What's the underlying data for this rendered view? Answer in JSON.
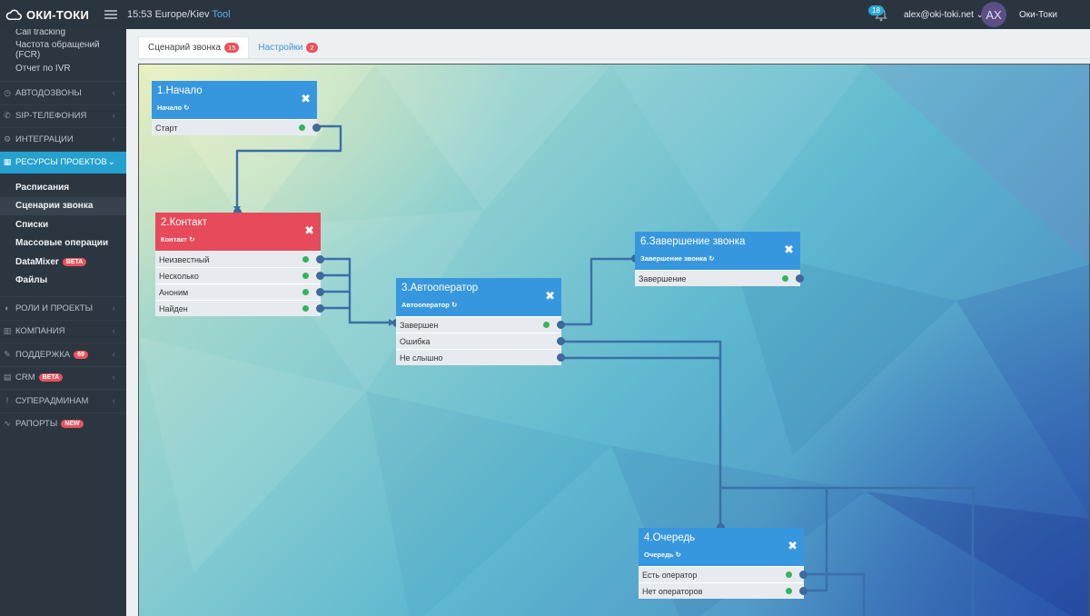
{
  "topbar": {
    "brand": "ОКИ-ТОКИ",
    "time": "15:53",
    "timezone": "Europe/Kiev",
    "tool": "Tool",
    "notifications": "18",
    "email": "alex@oki-toki.net",
    "avatar_initials": "AX",
    "username": "Оки-Токи"
  },
  "sidebar": {
    "sub_top": [
      "Call tracking",
      "Частота обращений (FCR)",
      "Отчет по IVR"
    ],
    "sections": [
      {
        "label": "АВТОДОЗВОНЫ",
        "icon": "clock-icon"
      },
      {
        "label": "SIP-ТЕЛЕФОНИЯ",
        "icon": "phone-icon"
      },
      {
        "label": "ИНТЕГРАЦИИ",
        "icon": "gears-icon"
      },
      {
        "label": "РЕСУРСЫ ПРОЕКТОВ",
        "icon": "grid-icon"
      }
    ],
    "resources": [
      {
        "label": "Расписания"
      },
      {
        "label": "Сценарии звонка"
      },
      {
        "label": "Списки"
      },
      {
        "label": "Массовые операции"
      },
      {
        "label": "DataMixer",
        "badge": "BETA"
      },
      {
        "label": "Файлы"
      }
    ],
    "sections_bottom": [
      {
        "label": "РОЛИ И ПРОЕКТЫ",
        "icon": "toggle-icon"
      },
      {
        "label": "КОМПАНИЯ",
        "icon": "chart-icon"
      },
      {
        "label": "ПОДДЕРЖКА",
        "icon": "wrench-icon",
        "badge": "69"
      },
      {
        "label": "CRM",
        "icon": "crm-icon",
        "badge": "BETA"
      },
      {
        "label": "СУПЕРАДМИНАМ",
        "icon": "exclaim-icon"
      },
      {
        "label": "РАПОРТЫ",
        "icon": "line-chart-icon",
        "badge": "NEW"
      }
    ]
  },
  "tabs": [
    {
      "label": "Сценарий звонка",
      "badge": "15"
    },
    {
      "label": "Настройки",
      "badge": "2"
    }
  ],
  "nodes": {
    "start": {
      "title": "1.Начало",
      "type": "Начало",
      "outputs": [
        "Старт"
      ]
    },
    "contact": {
      "title": "2.Контакт",
      "type": "Контакт",
      "outputs": [
        "Неизвестный",
        "Несколько",
        "Аноним",
        "Найден"
      ]
    },
    "auto": {
      "title": "3.Автооператор",
      "type": "Автооператор",
      "outputs": [
        "Завершен",
        "Ошибка",
        "Не слышно"
      ]
    },
    "queue": {
      "title": "4.Очередь",
      "type": "Очередь",
      "outputs": [
        "Есть оператор",
        "Нет операторов"
      ]
    },
    "end": {
      "title": "6.Завершение звонка",
      "type": "Завершение звонка",
      "outputs": [
        "Завершение"
      ]
    }
  },
  "colors": {
    "accent": "#25a1cf",
    "node_blue": "#3797de",
    "node_red": "#e64a5b",
    "ok_dot": "#35b35a",
    "badge": "#e8535b"
  }
}
